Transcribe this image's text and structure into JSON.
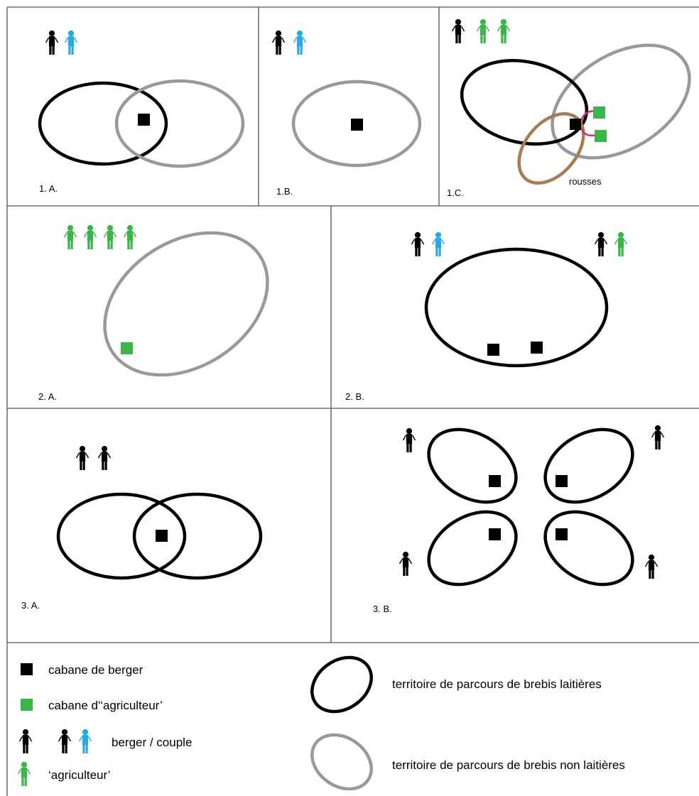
{
  "panels": {
    "p1a": "1. A.",
    "p1b": "1.B.",
    "p1c": "1.C.",
    "p1c_note": "rousses",
    "p2a": "2. A.",
    "p2b": "2. B.",
    "p3a": "3. A.",
    "p3b": "3. B."
  },
  "legend": {
    "shepherd_hut": "cabane de berger",
    "farmer_hut": "cabane d'‘agriculteur’",
    "shepherd_couple": "berger / couple",
    "farmer": "‘agriculteur’",
    "milk_territory": "territoire  de parcours de brebis laitières",
    "non_milk_territory": "territoire  de parcours de brebis non laitières"
  },
  "colors": {
    "shepherd": "#000000",
    "partner": "#29aae1",
    "farmer": "#39b54a",
    "milk_range": "#000000",
    "non_milk_range": "#999999",
    "rousses_range": "#a67c52",
    "link": "#e0267a",
    "grid": "#555555"
  },
  "icons": {
    "shepherd": "person-icon",
    "hut": "square-icon",
    "range": "ellipse-icon"
  }
}
